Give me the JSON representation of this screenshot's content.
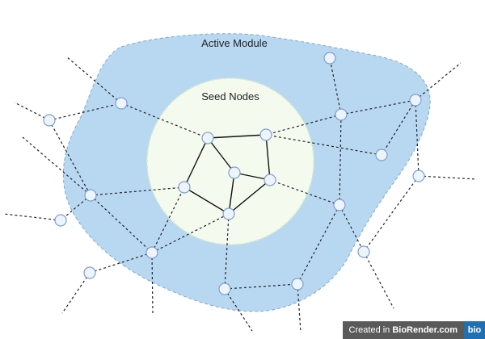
{
  "diagram": {
    "regions": {
      "active_module": {
        "label": "Active Module",
        "fill": "#b8d8f2",
        "stroke": "#7ea8cc"
      },
      "seed_nodes": {
        "label": "Seed Nodes",
        "fill": "#f4fbee",
        "stroke": "#d9ecc6"
      }
    },
    "node_style": {
      "fill": "#eef4fc",
      "stroke": "#7f9fcf"
    },
    "edge_style": {
      "seed_color": "#111111",
      "network_color": "#222222"
    }
  },
  "badge": {
    "prefix": "Created in",
    "brand": "BioRender.com",
    "logo": "bio",
    "color": "#1f6fb5"
  }
}
